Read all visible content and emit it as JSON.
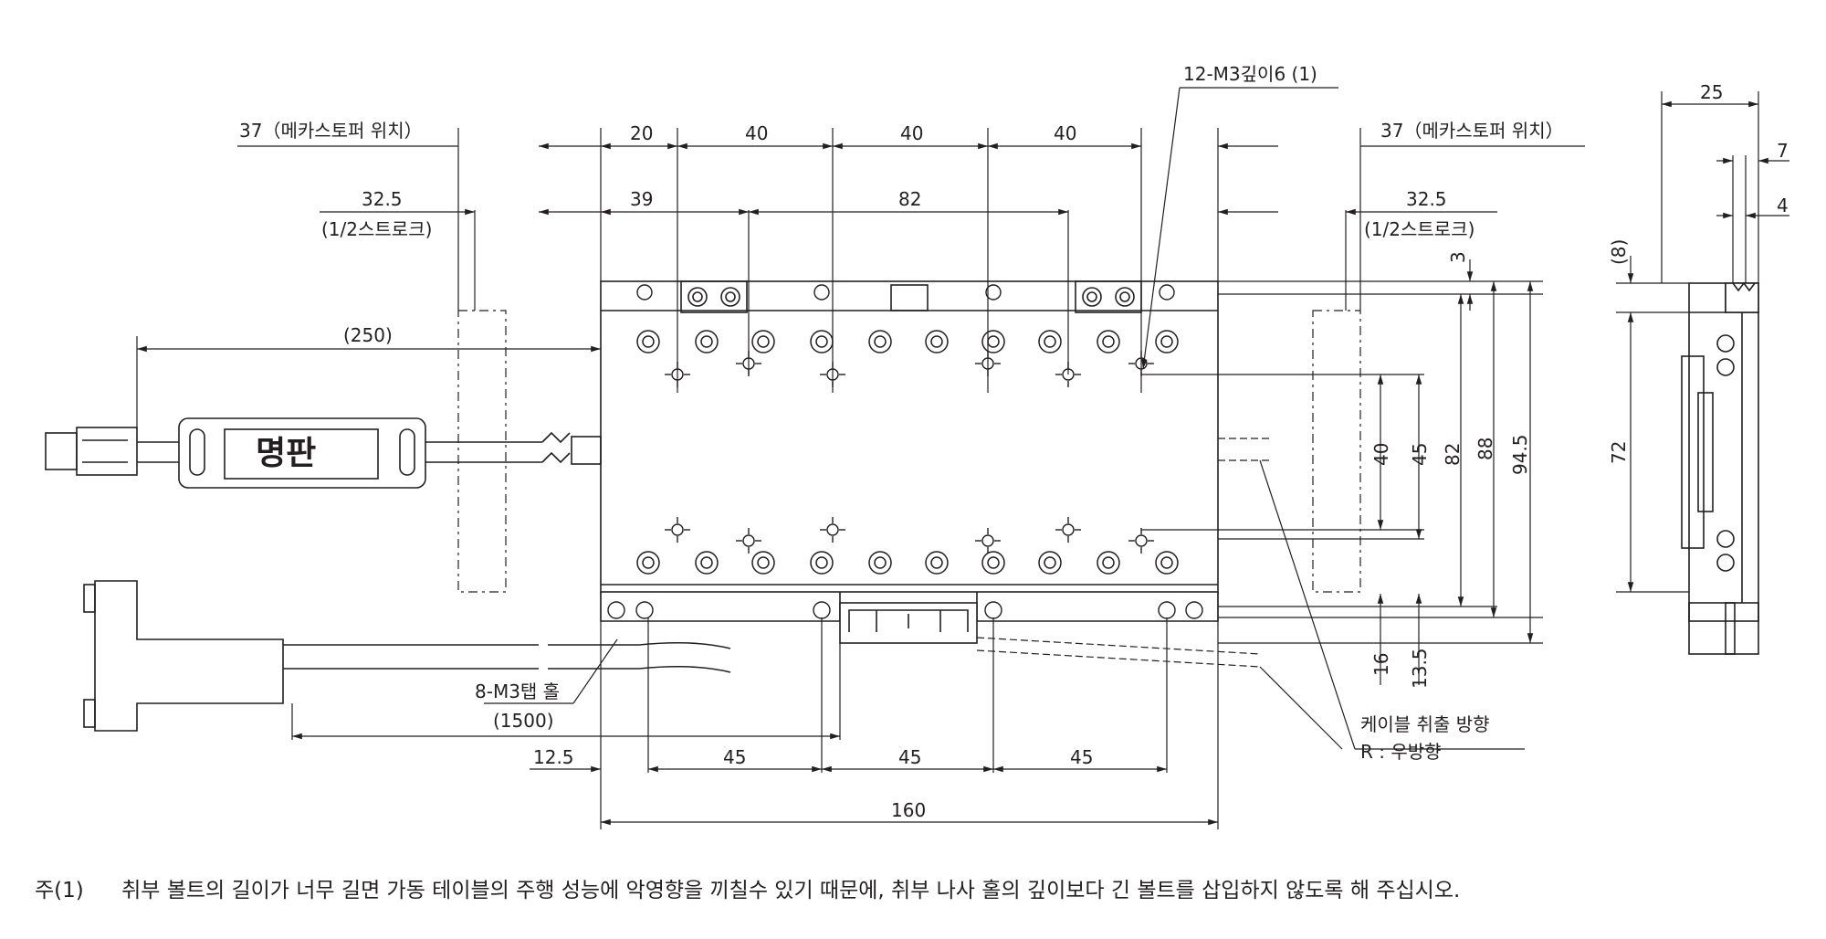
{
  "top_dims": {
    "d20": "20",
    "d40a": "40",
    "d40b": "40",
    "d40c": "40",
    "d39": "39",
    "d82": "82",
    "mech_stop_left": "37（메카스토퍼 위치）",
    "mech_stop_right": "37（메카스토퍼 위치）",
    "half_stroke_left_val": "32.5",
    "half_stroke_left_lbl": "(1/2스트로크)",
    "half_stroke_right_val": "32.5",
    "half_stroke_right_lbl": "(1/2스트로크)",
    "tap_callout": "12-M3깊이6 (1)"
  },
  "left_dims": {
    "cable_len": "(250)"
  },
  "nameplate": "명판",
  "right_dims": {
    "d3": "3",
    "d40": "40",
    "d45": "45",
    "d82": "82",
    "d88": "88",
    "d94_5": "94.5",
    "d16": "16",
    "d13_5": "13.5"
  },
  "bottom_dims": {
    "tap_label": "8-M3탭 홀",
    "cable_1500": "(1500)",
    "d12_5": "12.5",
    "d45a": "45",
    "d45b": "45",
    "d45c": "45",
    "d160": "160"
  },
  "cable_direction": {
    "line1": "케이블 취출 방향",
    "line2": "R : 우방향"
  },
  "side_view": {
    "d25": "25",
    "d7": "7",
    "d4": "4",
    "d8": "(8)",
    "d72": "72"
  },
  "footnote": {
    "ref": "주(1)",
    "text": "취부 볼트의 길이가 너무 길면 가동 테이블의 주행 성능에 악영향을 끼칠수 있기 때문에, 취부 나사 홀의 깊이보다 긴 볼트를 삽입하지 않도록 해 주십시오."
  }
}
